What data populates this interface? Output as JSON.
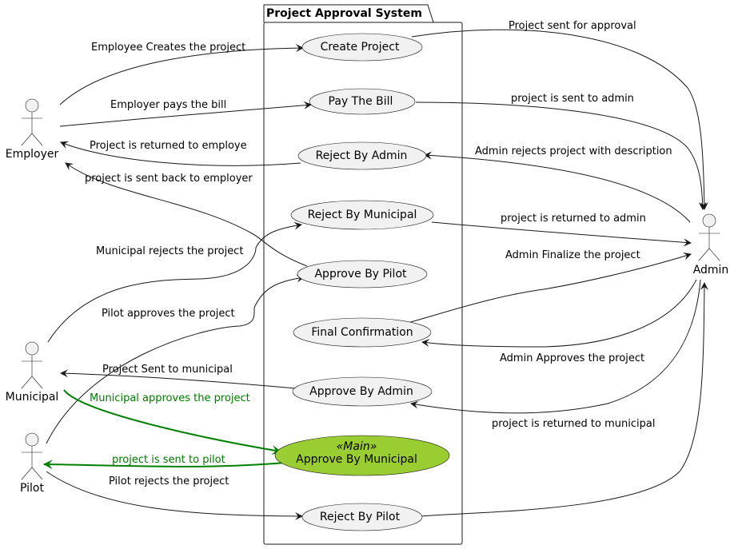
{
  "diagram": {
    "package_title": "Project Approval System",
    "actors": {
      "employer": "Employer",
      "municipal": "Municipal",
      "pilot": "Pilot",
      "admin": "Admin"
    },
    "use_cases": {
      "create_project": "Create Project",
      "pay_the_bill": "Pay The Bill",
      "reject_by_admin": "Reject By Admin",
      "reject_by_municipal": "Reject By Municipal",
      "approve_by_pilot": "Approve By Pilot",
      "final_confirmation": "Final Confirmation",
      "approve_by_admin": "Approve By Admin",
      "approve_by_municipal": "Approve By Municipal",
      "approve_by_municipal_stereotype": "«Main»",
      "reject_by_pilot": "Reject By Pilot"
    },
    "edge_labels": {
      "employee_creates": "Employee Creates the project",
      "employer_pays": "Employer pays the bill",
      "returned_to_employe": "Project is returned to employe",
      "sent_back_to_employer": "project is sent back to employer",
      "municipal_rejects": "Municipal rejects the project",
      "pilot_approves": "Pilot approves the project",
      "sent_to_municipal": "Project Sent  to municipal",
      "municipal_approves": "Municipal approves the project",
      "sent_to_pilot": "project is sent to pilot",
      "pilot_rejects": "Pilot rejects the project",
      "sent_for_approval": "Project sent for approval",
      "sent_to_admin": "project is sent to admin",
      "admin_rejects": "Admin rejects project with description",
      "returned_to_admin": "project is returned to admin",
      "admin_finalize": "Admin Finalize the project",
      "admin_approves": "Admin Approves the project",
      "returned_to_municipal": "project is returned to municipal"
    },
    "colors": {
      "main_fill": "#9acd32",
      "usecase_fill": "#f1f1f1",
      "highlight_edge": "#008000",
      "stroke": "#181818"
    }
  }
}
